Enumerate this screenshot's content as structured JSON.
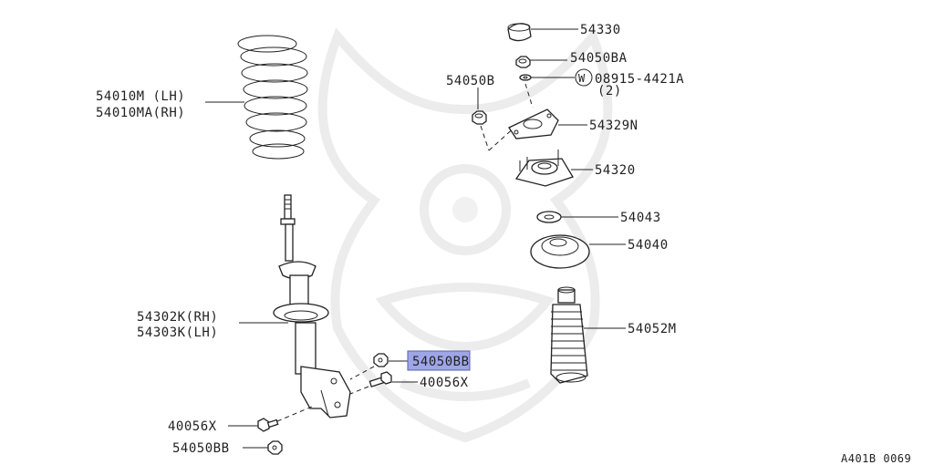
{
  "labels": {
    "p54330": "54330",
    "p54050BA": "54050BA",
    "p54050B": "54050B",
    "washer_code": "08915-4421A",
    "washer_qty": "(2)",
    "washer_symbol": "W",
    "p54329N": "54329N",
    "p54320": "54320",
    "p54043": "54043",
    "p54040": "54040",
    "p54052M": "54052M",
    "spring_lh": "54010M (LH)",
    "spring_rh": "54010MA(RH)",
    "strut_rh": "54302K(RH)",
    "strut_lh": "54303K(LH)",
    "p54050BB_top": "54050BB",
    "p40056X_right": "40056X",
    "p40056X_left": "40056X",
    "p54050BB_bottom": "54050BB",
    "figure_code": "A401B 0069"
  },
  "colors": {
    "line": "#222222",
    "highlight": "#9fa6e8",
    "watermark": "#ececec"
  }
}
